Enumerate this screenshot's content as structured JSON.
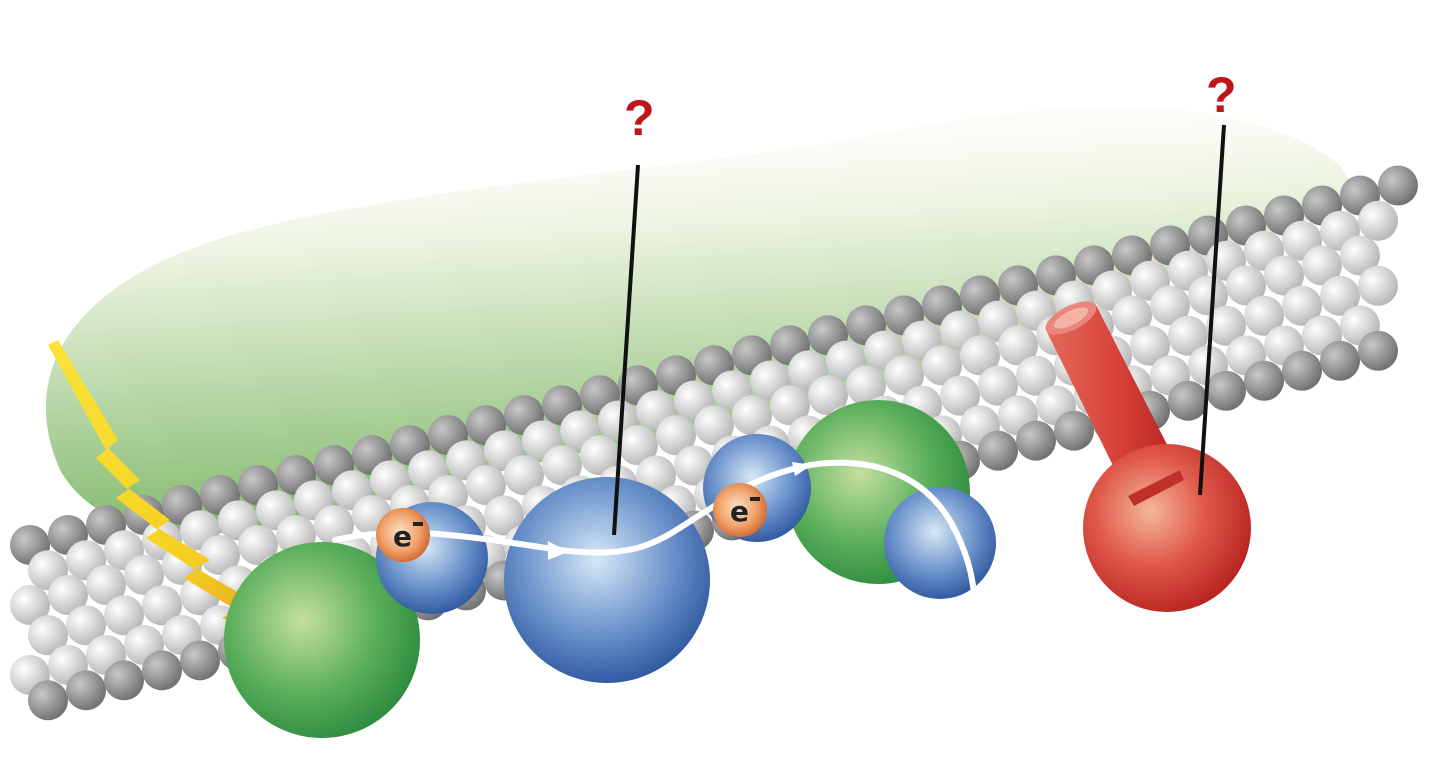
{
  "diagram": {
    "type": "thylakoid-membrane-electron-transport",
    "labels": {
      "question_left": "?",
      "question_right": "?",
      "electron_1": "e",
      "electron_2": "e",
      "electron_sup": "−"
    },
    "components": [
      {
        "name": "light-energy",
        "shape": "zigzag-arrow",
        "color": "#f5d820"
      },
      {
        "name": "photosystem-complex-1",
        "shape": "sphere",
        "color": "#3d9a4a"
      },
      {
        "name": "electron-carrier-small-1",
        "shape": "sphere",
        "color": "#3a6cb3"
      },
      {
        "name": "electron-carrier-large",
        "shape": "sphere",
        "color": "#3a6cb3",
        "label_ref": "question_left"
      },
      {
        "name": "electron-carrier-small-2",
        "shape": "sphere",
        "color": "#3a6cb3"
      },
      {
        "name": "photosystem-complex-2",
        "shape": "sphere",
        "color": "#3d9a4a"
      },
      {
        "name": "electron-carrier-small-3",
        "shape": "sphere",
        "color": "#3a6cb3"
      },
      {
        "name": "atp-synthase",
        "shape": "sphere-with-channel",
        "color": "#c9302c",
        "label_ref": "question_right"
      }
    ],
    "colors": {
      "question": "#c0141c",
      "leader_line": "#111111",
      "lumen_green": "#9cc98a",
      "lipid_head_dark": "#8a8a8a",
      "lipid_head_light": "#d8d8d8",
      "electron": "#e07a3c",
      "arrow": "#ffffff"
    }
  }
}
